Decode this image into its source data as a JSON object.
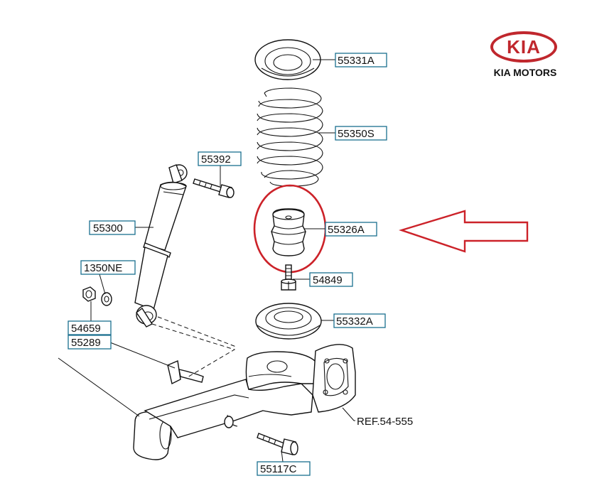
{
  "brand": {
    "logo_text": "KIA",
    "tagline": "KIA MOTORS",
    "color": "#c0272d"
  },
  "parts": {
    "p55331A": "55331A",
    "p55350S": "55350S",
    "p55392": "55392",
    "p55300": "55300",
    "p55326A": "55326A",
    "p1350NE": "1350NE",
    "p54849": "54849",
    "p54659": "54659",
    "p55332A": "55332A",
    "p55289": "55289",
    "p55117C": "55117C"
  },
  "reference": "REF.54-555",
  "colors": {
    "highlight": "#cc2229",
    "label_border": "#1a6f8f"
  }
}
